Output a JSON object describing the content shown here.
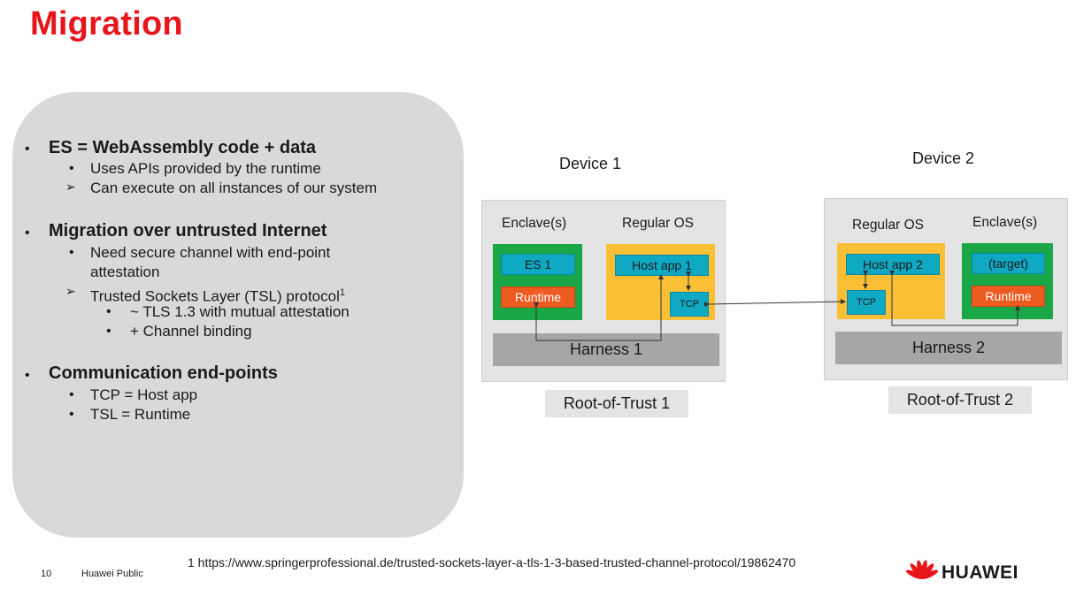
{
  "slide": {
    "title": "Migration",
    "colors": {
      "accent": "#e8151b",
      "teal": "#10a9c4",
      "orange": "#ee5b21",
      "yellow": "#fbbf35",
      "green": "#19a747"
    }
  },
  "bullets": {
    "es": {
      "heading": "ES = WebAssembly code + data",
      "sub1": "Uses APIs provided by the runtime",
      "sub2": "Can execute on all instances of our system"
    },
    "migration": {
      "heading": "Migration over untrusted Internet",
      "sub1_line1": "Need secure channel with end-point",
      "sub1_line2": "attestation",
      "sub2": "Trusted Sockets Layer (TSL) protocol",
      "sub2_sup": "1",
      "sub3": "~ TLS 1.3 with mutual attestation",
      "sub4": "+ Channel binding"
    },
    "endpoints": {
      "heading": "Communication end-points",
      "sub1": "TCP = Host app",
      "sub2": "TSL = Runtime"
    }
  },
  "diagram": {
    "device1": {
      "title": "Device 1",
      "enclave_label": "Enclave(s)",
      "os_label": "Regular OS",
      "es": "ES 1",
      "runtime": "Runtime",
      "host_app": "Host app 1",
      "tcp": "TCP",
      "harness": "Harness 1",
      "root_of_trust": "Root-of-Trust 1"
    },
    "device2": {
      "title": "Device 2",
      "enclave_label": "Enclave(s)",
      "os_label": "Regular OS",
      "es": "(target)",
      "runtime": "Runtime",
      "host_app": "Host app 2",
      "tcp": "TCP",
      "harness": "Harness 2",
      "root_of_trust": "Root-of-Trust 2"
    }
  },
  "footer": {
    "page_number": "10",
    "classification": "Huawei Public",
    "reference": "1 https://www.springerprofessional.de/trusted-sockets-layer-a-tls-1-3-based-trusted-channel-protocol/19862470",
    "logo_text": "HUAWEI"
  }
}
